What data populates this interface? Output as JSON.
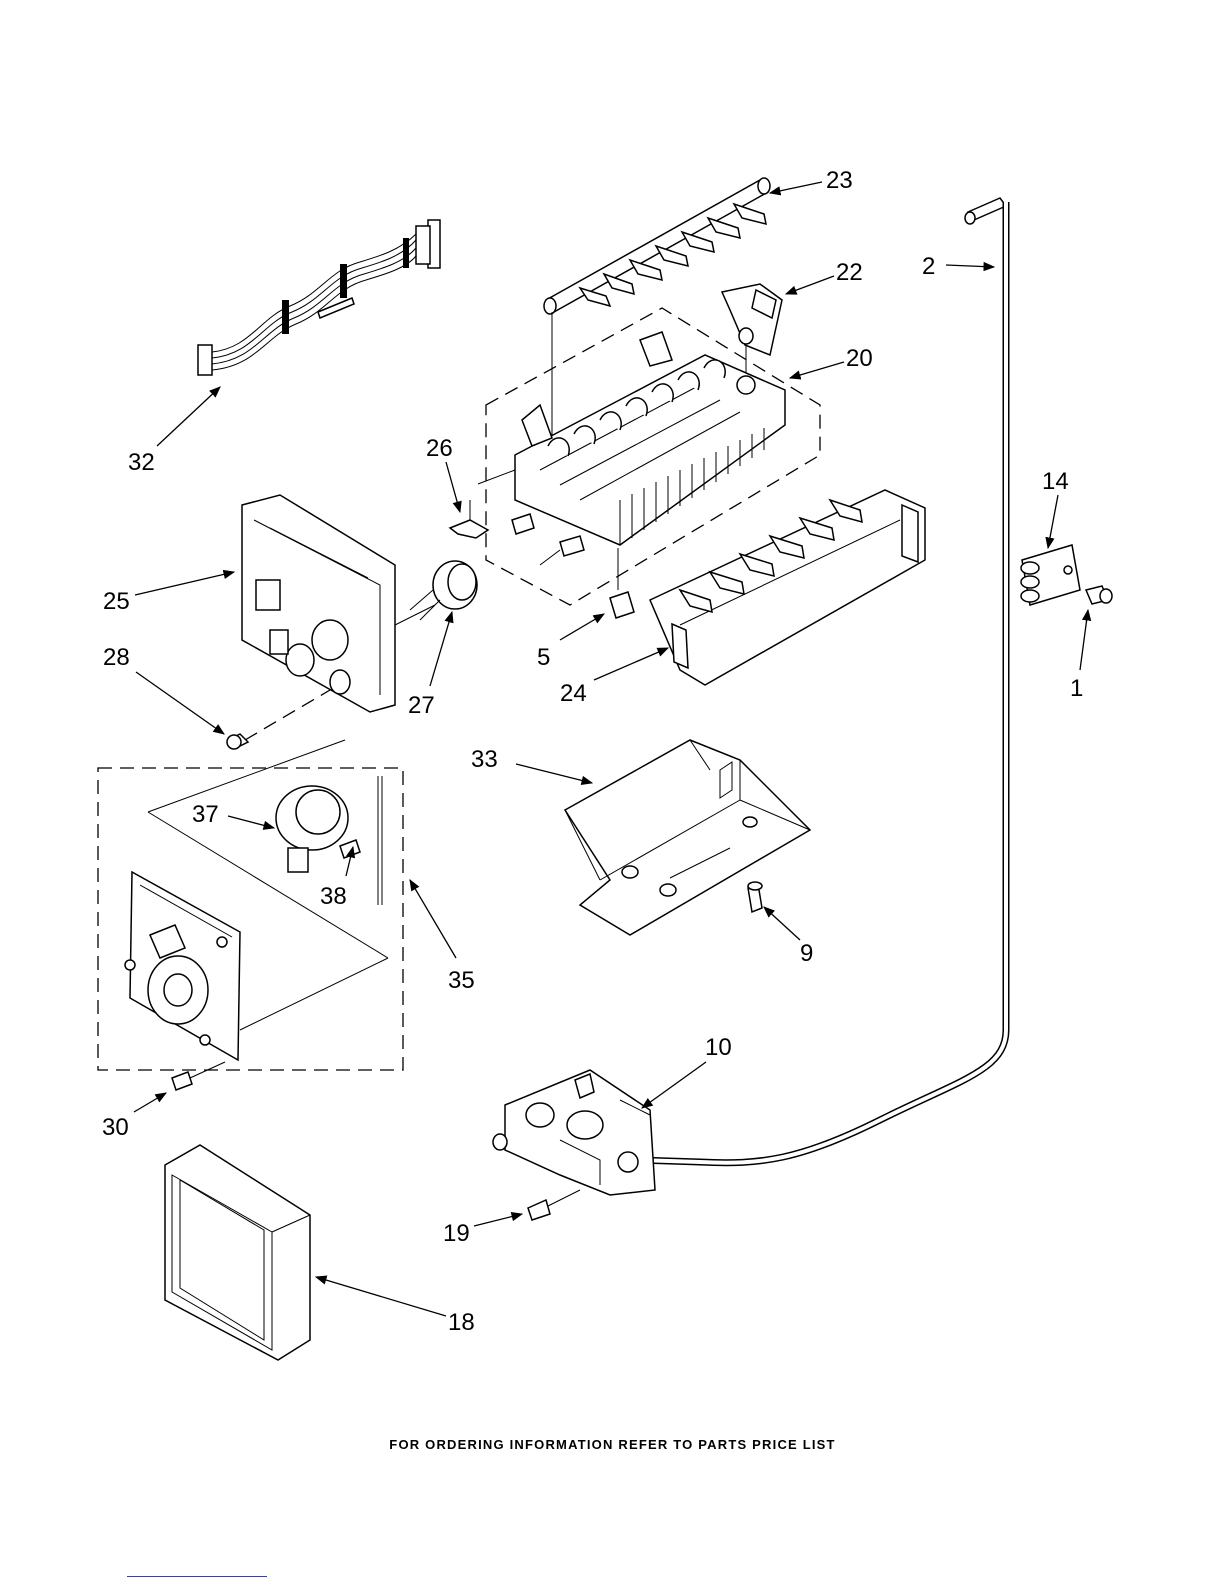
{
  "footer": {
    "note": "FOR ORDERING INFORMATION REFER TO PARTS PRICE LIST"
  },
  "callouts": {
    "c1": "1",
    "c2": "2",
    "c5": "5",
    "c9": "9",
    "c10": "10",
    "c14": "14",
    "c18": "18",
    "c19": "19",
    "c20": "20",
    "c22": "22",
    "c23": "23",
    "c24": "24",
    "c25": "25",
    "c26": "26",
    "c27": "27",
    "c28": "28",
    "c30": "30",
    "c32": "32",
    "c33": "33",
    "c35": "35",
    "c37": "37",
    "c38": "38"
  }
}
